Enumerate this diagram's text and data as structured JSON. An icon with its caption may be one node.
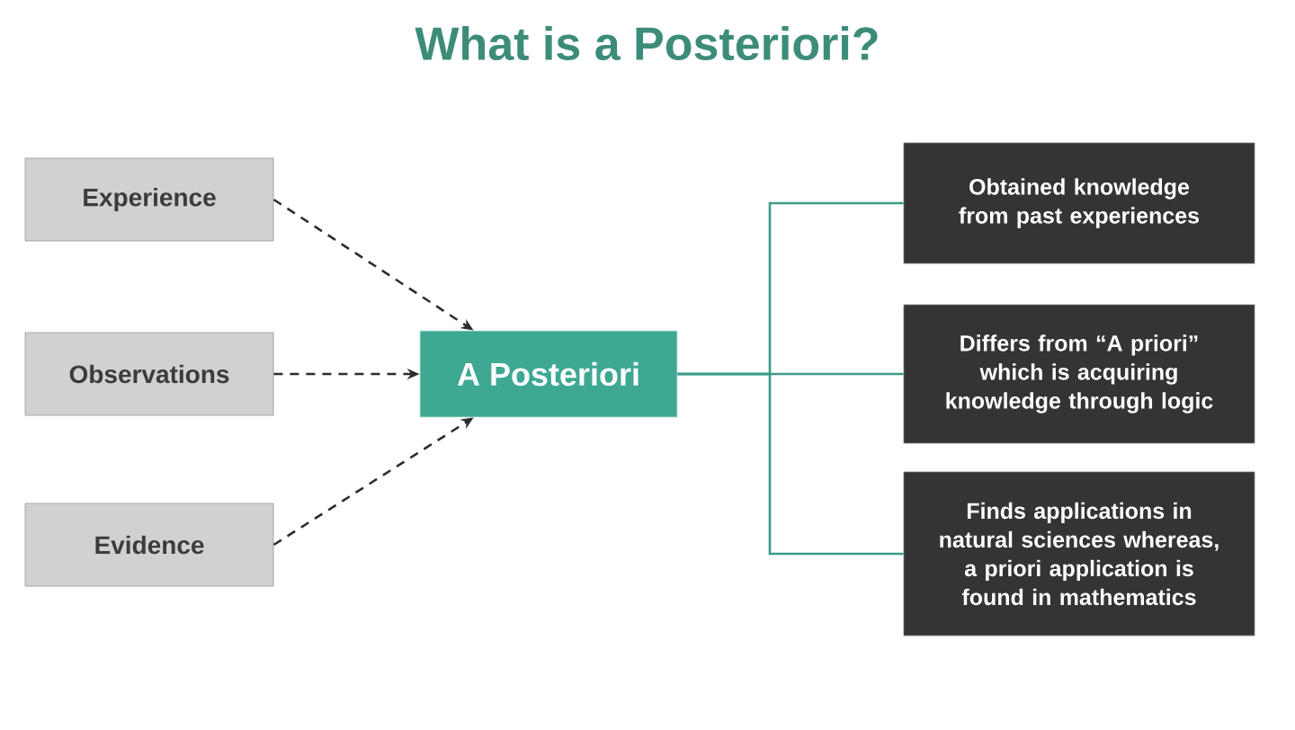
{
  "diagram": {
    "title": "What is a Posteriori?",
    "nodes": [
      {
        "text": [
          "Experience"
        ]
      },
      {
        "text": [
          "Observations"
        ]
      },
      {
        "text": [
          "Evidence"
        ]
      },
      {
        "text": [
          "A Posteriori"
        ]
      },
      {
        "text": [
          "Obtained knowledge from past experiences"
        ]
      },
      {
        "text": [
          "Differs from “A priori” which is acquiring knowledge through logic"
        ]
      },
      {
        "text": [
          "Finds applications in natural sciences whereas, a priori application is found in mathematics"
        ]
      }
    ],
    "edges": [
      {
        "from": 0,
        "to": 3,
        "arrow": "to",
        "style": "dashed"
      },
      {
        "from": 1,
        "to": 3,
        "arrow": "to",
        "style": "dashed"
      },
      {
        "from": 2,
        "to": 3,
        "arrow": "to",
        "style": "dashed"
      },
      {
        "from": 3,
        "to": 4,
        "arrow": "none",
        "color": "#3c9a86"
      },
      {
        "from": 3,
        "to": 5,
        "arrow": "none",
        "color": "#3c9a86"
      },
      {
        "from": 3,
        "to": 6,
        "arrow": "none",
        "color": "#3c9a86"
      }
    ]
  }
}
